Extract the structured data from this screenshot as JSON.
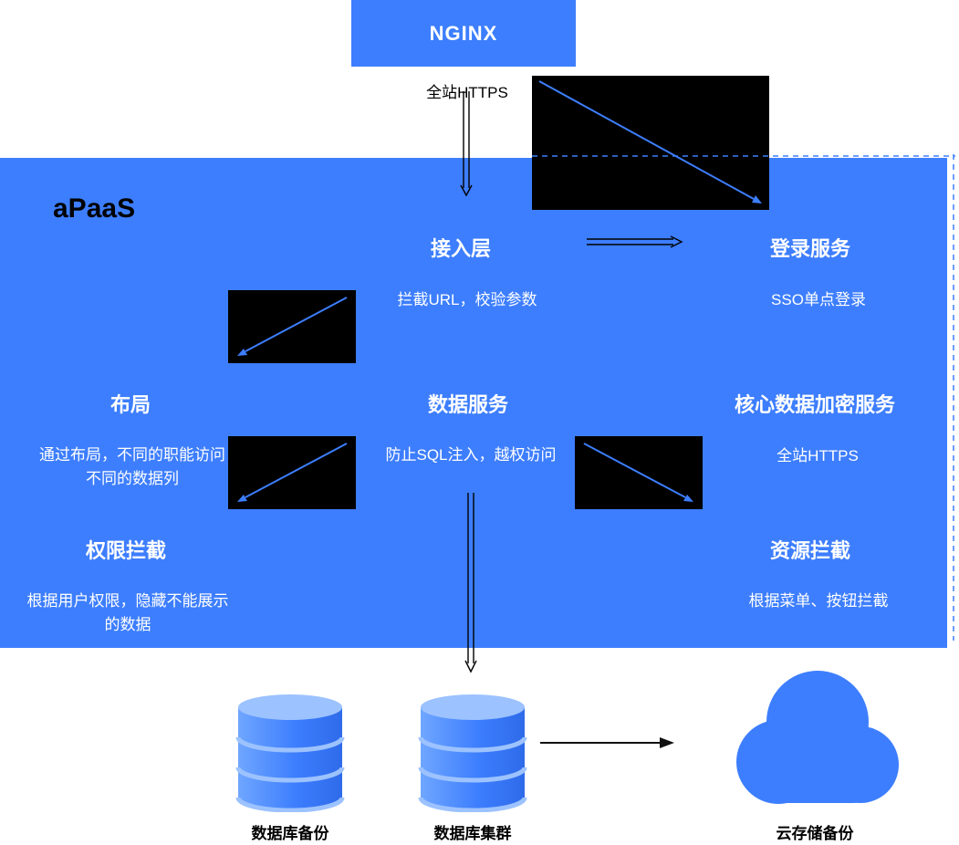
{
  "colors": {
    "primary_blue": "#3D7EFE",
    "light_blue": "#9CC2FF",
    "arrow_black": "#000000",
    "placeholder_black": "#000000",
    "text_on_blue": "#FFFFFF",
    "text_dark": "#000000"
  },
  "nginx": {
    "label": "NGINX",
    "caption": "全站HTTPS"
  },
  "apaas": {
    "label": "aPaaS",
    "access": {
      "title": "接入层",
      "subtitle": "拦截URL，校验参数"
    },
    "login": {
      "title": "登录服务",
      "subtitle": "SSO单点登录"
    },
    "layout": {
      "title": "布局",
      "subtitle": [
        "通过布局，不同的职能访问",
        "不同的数据列"
      ]
    },
    "data_service": {
      "title": "数据服务",
      "subtitle": "防止SQL注入，越权访问"
    },
    "encryption": {
      "title": "核心数据加密服务",
      "subtitle": "全站HTTPS"
    },
    "permission": {
      "title": "权限拦截",
      "subtitle": [
        "根据用户权限，隐藏不能展示",
        "的数据"
      ]
    },
    "resource": {
      "title": "资源拦截",
      "subtitle": "根据菜单、按钮拦截"
    }
  },
  "storage": {
    "db_backup": {
      "label": "数据库备份"
    },
    "db_cluster": {
      "label": "数据库集群"
    },
    "cloud_backup": {
      "label": "云存储备份"
    }
  },
  "icons": {
    "database": "database-cylinder-icon",
    "cloud": "cloud-icon",
    "down_arrow": "double-line-down-arrow-icon",
    "right_arrow": "double-line-right-arrow-icon",
    "diagonal_arrow": "diagonal-blue-arrow-icon"
  }
}
